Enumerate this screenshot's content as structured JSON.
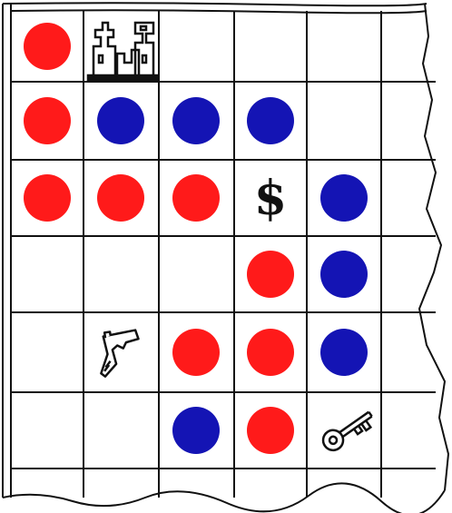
{
  "board": {
    "rows": 6,
    "cols": 6,
    "colors": {
      "red": "#ff1a1a",
      "blue": "#1414b4",
      "ink": "#111111"
    },
    "cells": [
      [
        "red",
        "castle-icon",
        "",
        "",
        "",
        ""
      ],
      [
        "red",
        "blue",
        "blue",
        "blue",
        "",
        ""
      ],
      [
        "red",
        "red",
        "red",
        "dollar",
        "blue",
        ""
      ],
      [
        "",
        "",
        "",
        "red",
        "blue",
        ""
      ],
      [
        "",
        "gun-icon",
        "red",
        "red",
        "blue",
        ""
      ],
      [
        "",
        "",
        "blue",
        "red",
        "key-icon",
        ""
      ]
    ]
  },
  "symbols": {
    "dollar": "$"
  }
}
